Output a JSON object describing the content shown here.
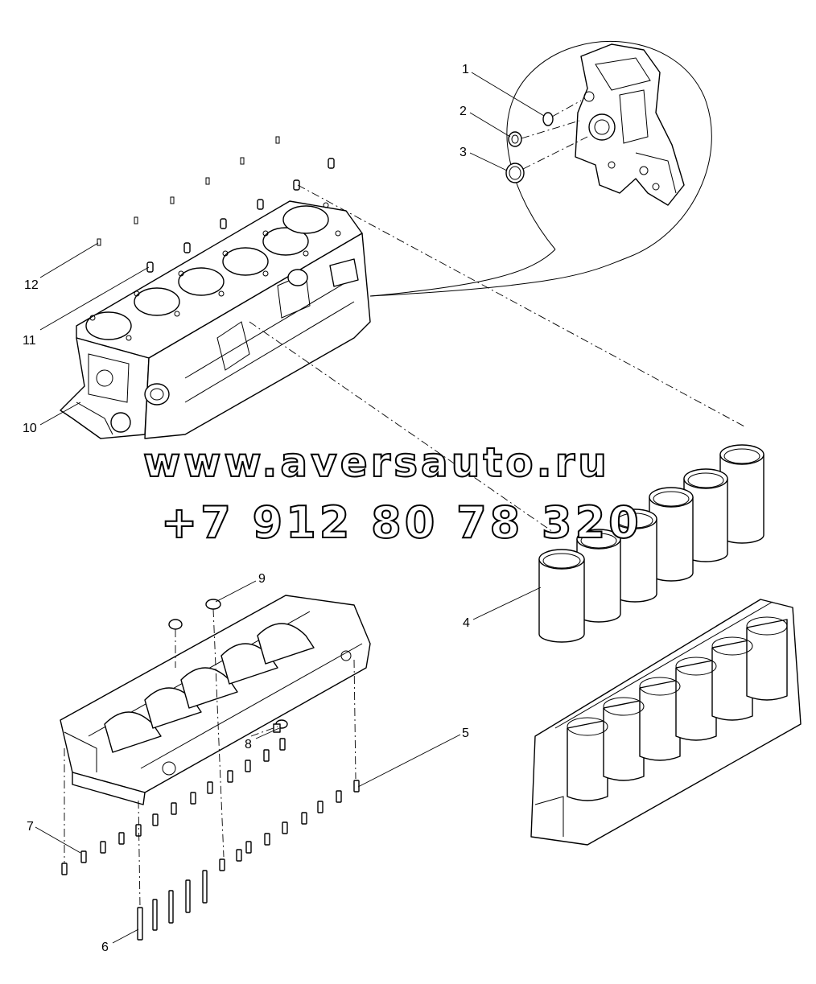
{
  "callouts": [
    "1",
    "2",
    "3",
    "4",
    "5",
    "6",
    "7",
    "8",
    "9",
    "10",
    "11",
    "12"
  ],
  "watermark": {
    "line1": "www.aversauto.ru",
    "line2": "+7 912 80 78 320"
  },
  "colors": {
    "line": "#000000",
    "background": "#ffffff"
  }
}
